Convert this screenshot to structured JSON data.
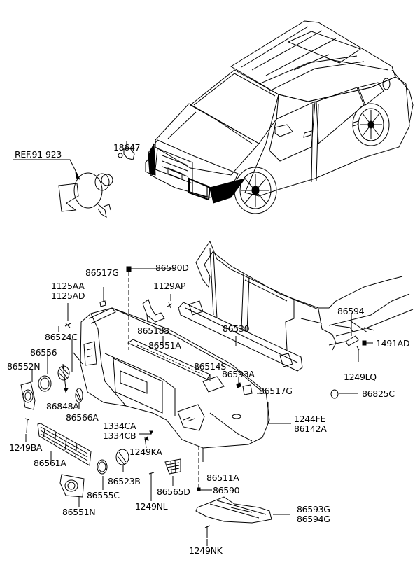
{
  "diagram": {
    "title": "Front bumper parts diagram",
    "reference": "REF.91-923",
    "parts": {
      "p18647": "18647",
      "p86517G_top": "86517G",
      "p86590D": "86590D",
      "p1125AA": "1125AA",
      "p1125AD": "1125AD",
      "p1129AP": "1129AP",
      "p86524C": "86524C",
      "p86518S": "86518S",
      "p86556": "86556",
      "p86551A": "86551A",
      "p86530": "86530",
      "p86594": "86594",
      "p1491AD": "1491AD",
      "p86552N": "86552N",
      "p86514S": "86514S",
      "p86593A": "86593A",
      "p86517G_mid": "86517G",
      "p1249LQ": "1249LQ",
      "p86848A": "86848A",
      "p86566A": "86566A",
      "p86825C": "86825C",
      "p1244FE": "1244FE",
      "p86142A": "86142A",
      "p1334CA": "1334CA",
      "p1334CB": "1334CB",
      "p1249BA": "1249BA",
      "p1249KA": "1249KA",
      "p86561A": "86561A",
      "p86523B": "86523B",
      "p86511A": "86511A",
      "p86555C": "86555C",
      "p86565D": "86565D",
      "p86590": "86590",
      "p86551N": "86551N",
      "p1249NL": "1249NL",
      "p86593G": "86593G",
      "p86594G": "86594G",
      "p1249NK": "1249NK"
    }
  }
}
